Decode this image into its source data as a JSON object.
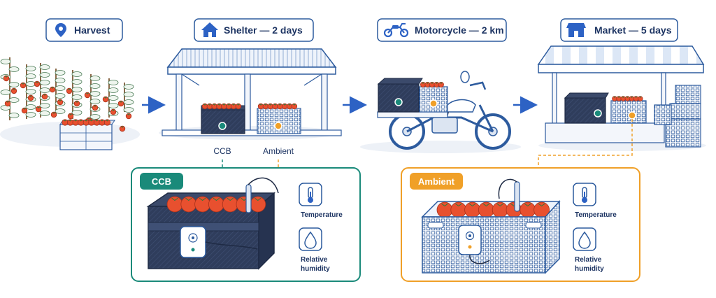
{
  "steps": [
    {
      "label": "Harvest",
      "icon": "location-pin-icon"
    },
    {
      "label": "Shelter — 2 days",
      "icon": "house-icon"
    },
    {
      "label": "Motorcycle — 2 km",
      "icon": "motorcycle-icon"
    },
    {
      "label": "Market — 5 days",
      "icon": "market-stall-icon"
    }
  ],
  "shelter_tags": {
    "ccb": "CCB",
    "ambient": "Ambient"
  },
  "details": {
    "ccb": {
      "badge": "CCB",
      "temperature": "Temperature",
      "humidity_line1": "Relative",
      "humidity_line2": "humidity"
    },
    "ambient": {
      "badge": "Ambient",
      "temperature": "Temperature",
      "humidity_line1": "Relative",
      "humidity_line2": "humidity"
    }
  },
  "colors": {
    "outline": "#2d5b9e",
    "navy_text": "#1e3563",
    "ccb_teal": "#1a8a7a",
    "ambient_orange": "#f0a028",
    "tomato": "#e8502f",
    "box_dark": "#2f3d5c",
    "arrow_blue": "#2d62c4"
  }
}
